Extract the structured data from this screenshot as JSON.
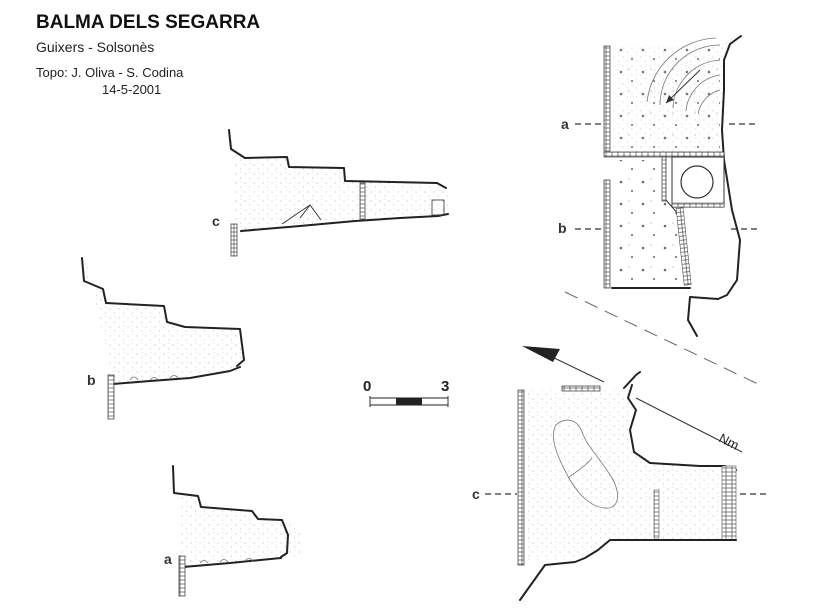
{
  "header": {
    "title": "BALMA DELS SEGARRA",
    "subtitle": "Guixers - Solsonès",
    "credit": "Topo: J. Oliva - S. Codina",
    "date": "14-5-2001"
  },
  "sections": {
    "c_label": "c",
    "b_label": "b",
    "a_label": "a"
  },
  "plan": {
    "upper_a_label": "a",
    "upper_b_label": "b",
    "lower_c_label": "c",
    "north_label": "Nm"
  },
  "scale": {
    "start": "0",
    "end": "3"
  }
}
